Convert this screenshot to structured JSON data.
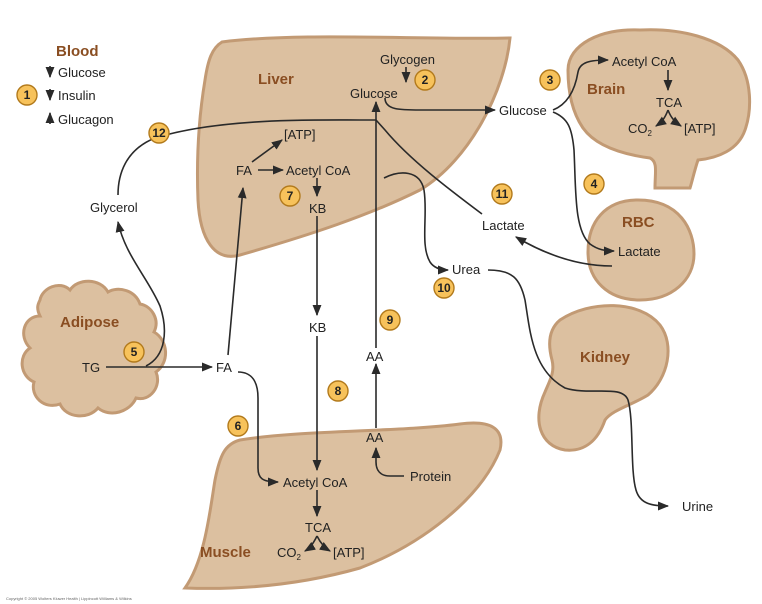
{
  "legend": {
    "title": "Blood",
    "glucose": "Glucose",
    "insulin": "Insulin",
    "glucagon": "Glucagon",
    "badge": "1"
  },
  "organs": {
    "liver": "Liver",
    "brain": "Brain",
    "rbc": "RBC",
    "adipose": "Adipose",
    "kidney": "Kidney",
    "muscle": "Muscle"
  },
  "labels": {
    "glycogen": "Glycogen",
    "liver_glucose": "Glucose",
    "blood_glucose": "Glucose",
    "brain_acetyl_coa": "Acetyl CoA",
    "brain_tca": "TCA",
    "brain_co2": "CO",
    "brain_co2_sub": "2",
    "brain_atp": "[ATP]",
    "liver_atp": "[ATP]",
    "liver_fa": "FA",
    "liver_acetyl_coa": "Acetyl CoA",
    "liver_kb": "KB",
    "glycerol": "Glycerol",
    "lactate_blood": "Lactate",
    "lactate_rbc": "Lactate",
    "urea": "Urea",
    "kb_blood": "KB",
    "tg": "TG",
    "fa_blood": "FA",
    "aa_blood": "AA",
    "aa_muscle": "AA",
    "protein": "Protein",
    "muscle_acetyl_coa": "Acetyl CoA",
    "muscle_tca": "TCA",
    "muscle_co2": "CO",
    "muscle_co2_sub": "2",
    "muscle_atp": "[ATP]",
    "urine": "Urine",
    "copyright": "Copyright © 2005 Wolters Kluwer Health | Lippincott Williams & Wilkins"
  },
  "badges": [
    "2",
    "3",
    "4",
    "5",
    "6",
    "7",
    "8",
    "9",
    "10",
    "11",
    "12"
  ],
  "colors": {
    "organ_fill": "#dcc0a0",
    "organ_stroke": "#c29a74",
    "organ_title": "#8a4e22",
    "badge_fill": "#f7c25b",
    "badge_stroke": "#b27a1c",
    "arrow": "#2a2a2a"
  },
  "legend_arrows": {
    "glucose": "down-arrow-icon",
    "insulin": "down-arrow-icon",
    "glucagon": "up-arrow-icon"
  }
}
